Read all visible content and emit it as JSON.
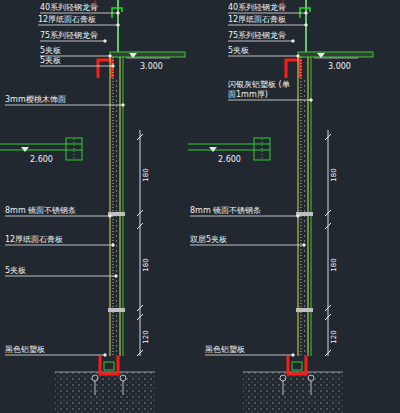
{
  "diagram": {
    "labels": [
      "40系列轻钢龙骨",
      "12厚纸面石膏板",
      "75系列轻钢龙骨",
      "5夹板",
      "5夹板",
      "3mm樱桃木饰面",
      "3.000",
      "2.600",
      "8mm 镜面不锈钢条",
      "12厚纸面石膏板",
      "5夹板",
      "黑色铝塑板",
      "180",
      "180",
      "120",
      "40系列轻钢龙骨",
      "12厚纸面石膏板",
      "75系列轻钢龙骨",
      "5夹板",
      "闪银灰铝塑板 (单面1mm厚)",
      "3.000",
      "2.600",
      "8mm 镜面不锈钢条",
      "双层5夹板",
      "黑色铝塑板",
      "180",
      "180",
      "120"
    ]
  }
}
